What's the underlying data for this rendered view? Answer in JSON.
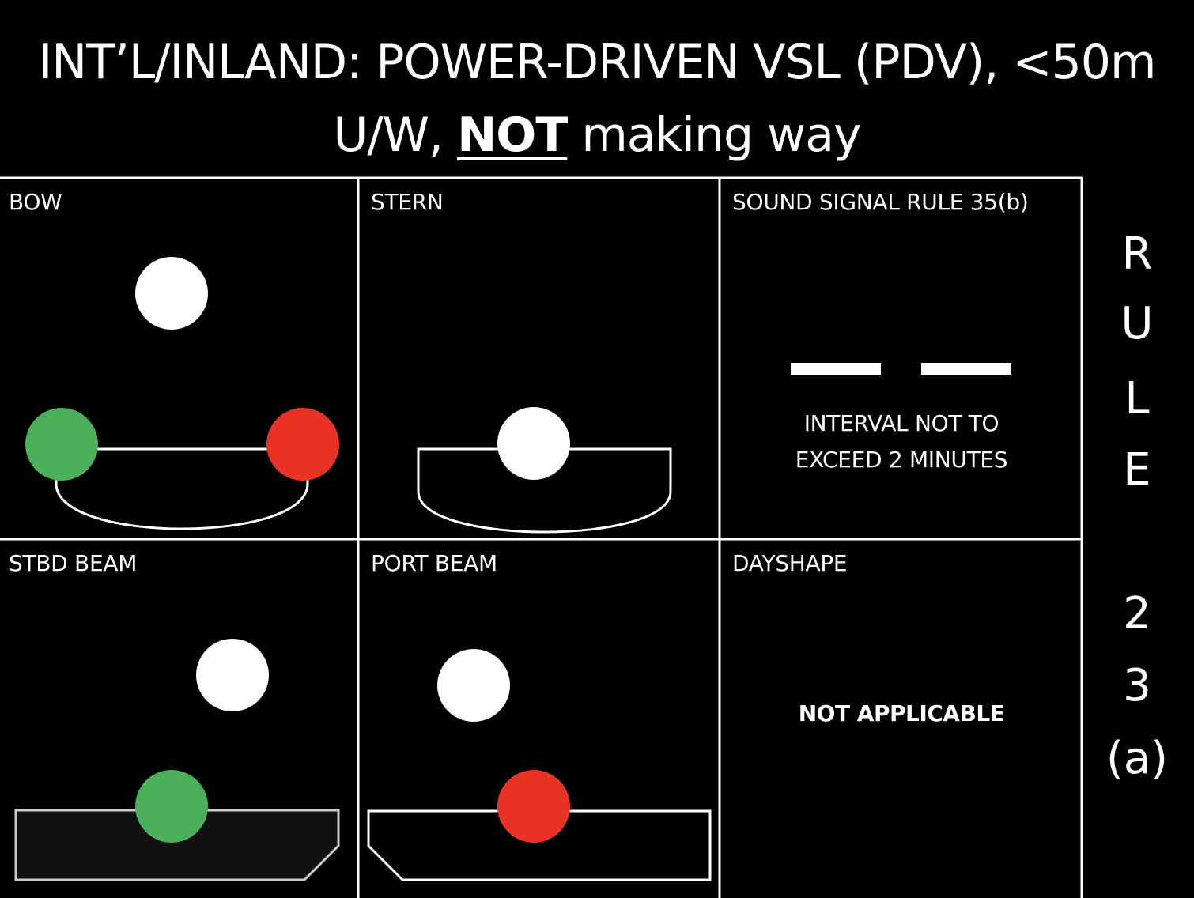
{
  "title": {
    "line1": "INT’L/INLAND: POWER-DRIVEN VSL (PDV), <50m",
    "line2_prefix": "U/W, ",
    "line2_emphasis": "NOT",
    "line2_suffix": " making way"
  },
  "panels": {
    "bow": {
      "label": "BOW"
    },
    "stern": {
      "label": "STERN"
    },
    "sound_signal": {
      "label": "SOUND SIGNAL RULE 35(b)",
      "note_line1": "INTERVAL NOT TO",
      "note_line2": "EXCEED 2 MINUTES"
    },
    "stbd_beam": {
      "label": "STBD BEAM"
    },
    "port_beam": {
      "label": "PORT BEAM"
    },
    "dayshape": {
      "label": "DAYSHAPE",
      "value": "NOT APPLICABLE"
    }
  },
  "rule_side": {
    "chars": [
      "R",
      "U",
      "L",
      "E",
      "2",
      "3",
      "(a)"
    ]
  },
  "colors": {
    "background": "#000000",
    "white_light": "#ffffff",
    "green_light": "#4caf5a",
    "red_light": "#e83224",
    "hull_fill": "#111111",
    "hull_stroke_light": "#cccccc"
  }
}
